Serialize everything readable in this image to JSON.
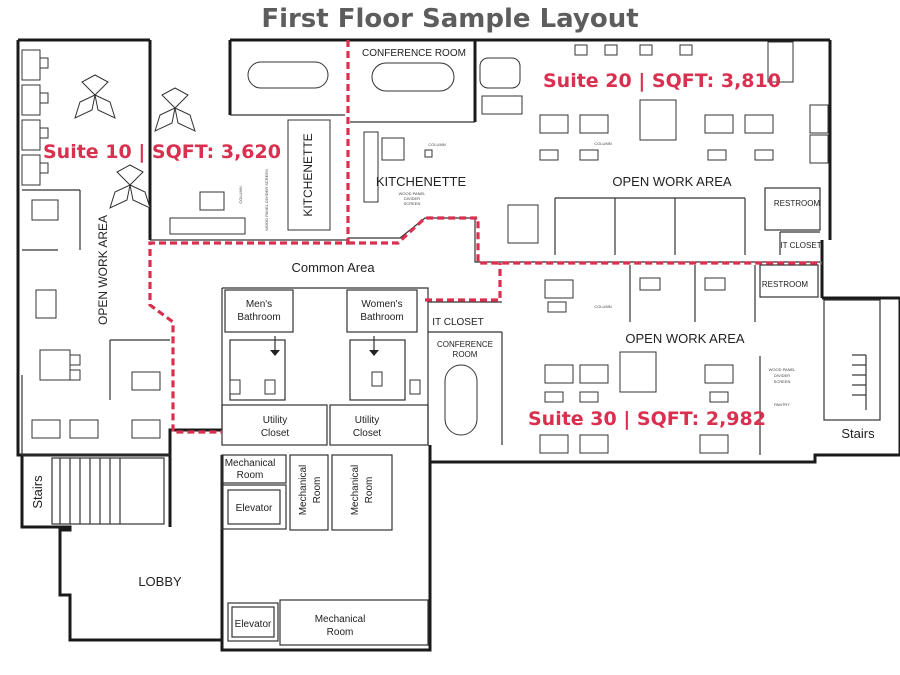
{
  "title": "First Floor Sample Layout",
  "accent_color": "#d8304e",
  "suites": {
    "suite10": "Suite 10 | SQFT: 3,620",
    "suite20": "Suite 20 | SQFT: 3,810",
    "suite30": "Suite 30 | SQFT: 2,982"
  },
  "rooms": {
    "open_work_area_left": "OPEN WORK AREA",
    "kitchenette_vertical": "KITCHENETTE",
    "conference_room_top": "CONFERENCE ROOM",
    "kitchenette": "KITCHENETTE",
    "open_work_area_top": "OPEN WORK AREA",
    "restroom_top": "RESTROOM",
    "it_closet_top": "IT CLOSET",
    "restroom_mid": "RESTROOM",
    "common_area": "Common Area",
    "mens_bathroom_l1": "Men's",
    "mens_bathroom_l2": "Bathroom",
    "womens_bathroom_l1": "Women's",
    "womens_bathroom_l2": "Bathroom",
    "it_closet_mid": "IT CLOSET",
    "conference_room_mid_l1": "CONFERENCE",
    "conference_room_mid_l2": "ROOM",
    "open_work_area_right": "OPEN WORK AREA",
    "utility_closet_1_l1": "Utility",
    "utility_closet_1_l2": "Closet",
    "utility_closet_2_l1": "Utility",
    "utility_closet_2_l2": "Closet",
    "stairs_left": "Stairs",
    "stairs_right": "Stairs",
    "mechanical_room_1_l1": "Mechanical",
    "mechanical_room_1_l2": "Room",
    "elevator_1": "Elevator",
    "mechanical_room_2_l1": "Mechanical",
    "mechanical_room_2_l2": "Room",
    "mechanical_room_3_l1": "Mechanical",
    "mechanical_room_3_l2": "Room",
    "lobby": "LOBBY",
    "elevator_2": "Elevator",
    "mechanical_room_4_l1": "Mechanical",
    "mechanical_room_4_l2": "Room"
  },
  "notes": {
    "column_1": "COLUMN",
    "column_2": "COLUMN",
    "column_3": "COLUMN",
    "column_4": "COLUMN",
    "divider_1": "WOOD PANEL DIVIDER SCREEN",
    "divider_2_l1": "WOOD PANEL",
    "divider_2_l2": "DIVIDER",
    "divider_2_l3": "SCREEN",
    "divider_3_l1": "WOOD PANEL",
    "divider_3_l2": "DIVIDER",
    "divider_3_l3": "SCREEN",
    "pantry": "PANTRY"
  }
}
